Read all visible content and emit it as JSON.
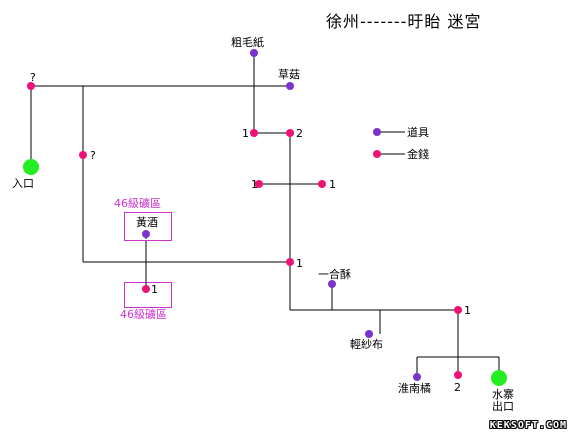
{
  "title": "徐州-------旴眙 迷宮",
  "colors": {
    "item": "#7a33cc",
    "money": "#ee1177",
    "endpoint": "#22ee22",
    "zone": "#cc33cc",
    "line": "#000000"
  },
  "legend": {
    "item_label": "道具",
    "money_label": "金錢"
  },
  "labels": {
    "entrance": "入口",
    "exit_line1": "水寨",
    "exit_line2": "出口",
    "cu_mao_zhi": "粗毛紙",
    "cao_gu": "草菇",
    "huang_jiu": "黃酒",
    "yi_he_su": "一合酥",
    "qing_sha_bu": "輕紗布",
    "huai_nan_ju": "淮南橘",
    "zone_top": "46級礦區",
    "zone_bottom": "46級礦區",
    "q1": "?",
    "q2": "?",
    "m_1a": "1",
    "m_2a": "2",
    "m_1b": "1",
    "m_1c": "1",
    "m_1d": "1",
    "m_1e": "1",
    "m_1f": "1",
    "m_2b": "2"
  },
  "watermark": "KEKSOFT.COM"
}
